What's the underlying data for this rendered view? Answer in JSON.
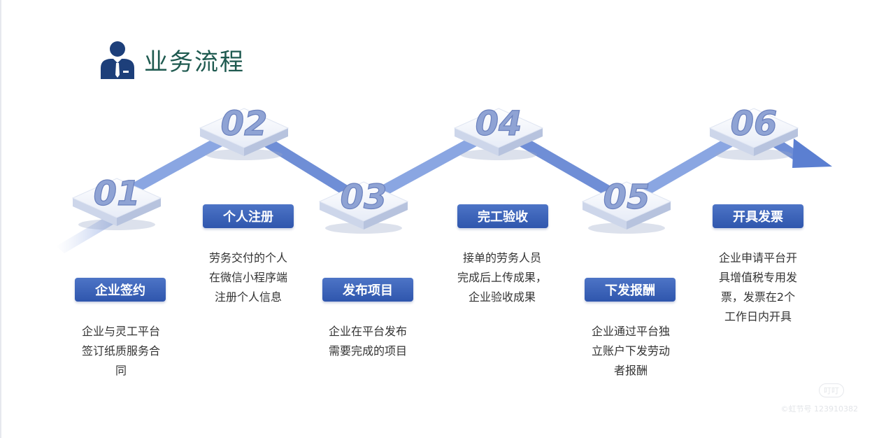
{
  "header": {
    "title": "业务流程",
    "icon": "businessman-icon"
  },
  "steps": [
    {
      "num": "01",
      "label": "企业签约",
      "desc": "企业与灵工平台\n签订纸质服务合\n同"
    },
    {
      "num": "02",
      "label": "个人注册",
      "desc": "劳务交付的个人\n在微信小程序端\n注册个人信息"
    },
    {
      "num": "03",
      "label": "发布项目",
      "desc": "企业在平台发布\n需要完成的项目"
    },
    {
      "num": "04",
      "label": "完工验收",
      "desc": "接单的劳务人员\n完成后上传成果，\n企业验收成果"
    },
    {
      "num": "05",
      "label": "下发报酬",
      "desc": "企业通过平台独\n立账户下发劳动\n者报酬"
    },
    {
      "num": "06",
      "label": "开具发票",
      "desc": "企业申请平台开\n具增值税专用发\n票，发票在2个\n工作日内开具"
    }
  ],
  "watermark": {
    "badge": "叮叮",
    "text": "©虹节号 123910382"
  },
  "colors": {
    "title": "#1f5a50",
    "label_bg": "#3a61b8",
    "line": "#6f90d8",
    "number": "#8fa3d4"
  }
}
